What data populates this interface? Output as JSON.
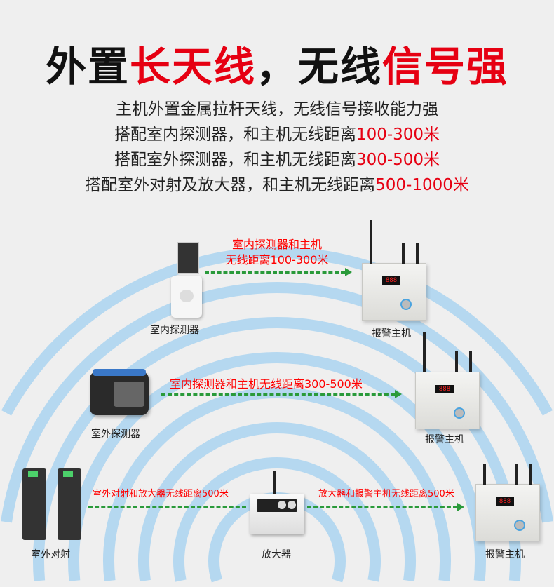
{
  "title": {
    "part1": "外置",
    "part2": "长天线",
    "part3": "，无线",
    "part4": "信号强"
  },
  "lines": [
    {
      "text": "主机外置金属拉杆天线，无线信号接收能力强",
      "highlight": ""
    },
    {
      "text": "搭配室内探测器，和主机无线距离",
      "highlight": "100-300米"
    },
    {
      "text": "搭配室外探测器，和主机无线距离",
      "highlight": "300-500米"
    },
    {
      "text": "搭配室外对射及放大器，和主机无线距离",
      "highlight": "500-1000米"
    }
  ],
  "row1": {
    "link_line1": "室内探测器和主机",
    "link_line2": "无线距离100-300米",
    "device": "室内探测器",
    "host": "报警主机"
  },
  "row2": {
    "link": "室内探测器和主机无线距离300-500米",
    "device": "室外探测器",
    "host": "报警主机"
  },
  "row3": {
    "link1": "室外对射和放大器无线距离500米",
    "link2": "放大器和报警主机无线距离500米",
    "device": "室外对射",
    "repeater": "放大器",
    "host": "报警主机"
  },
  "host_display": "888",
  "colors": {
    "accent": "#e60012",
    "arrow": "#2a9a3a",
    "wave": "#b5d8f0"
  }
}
